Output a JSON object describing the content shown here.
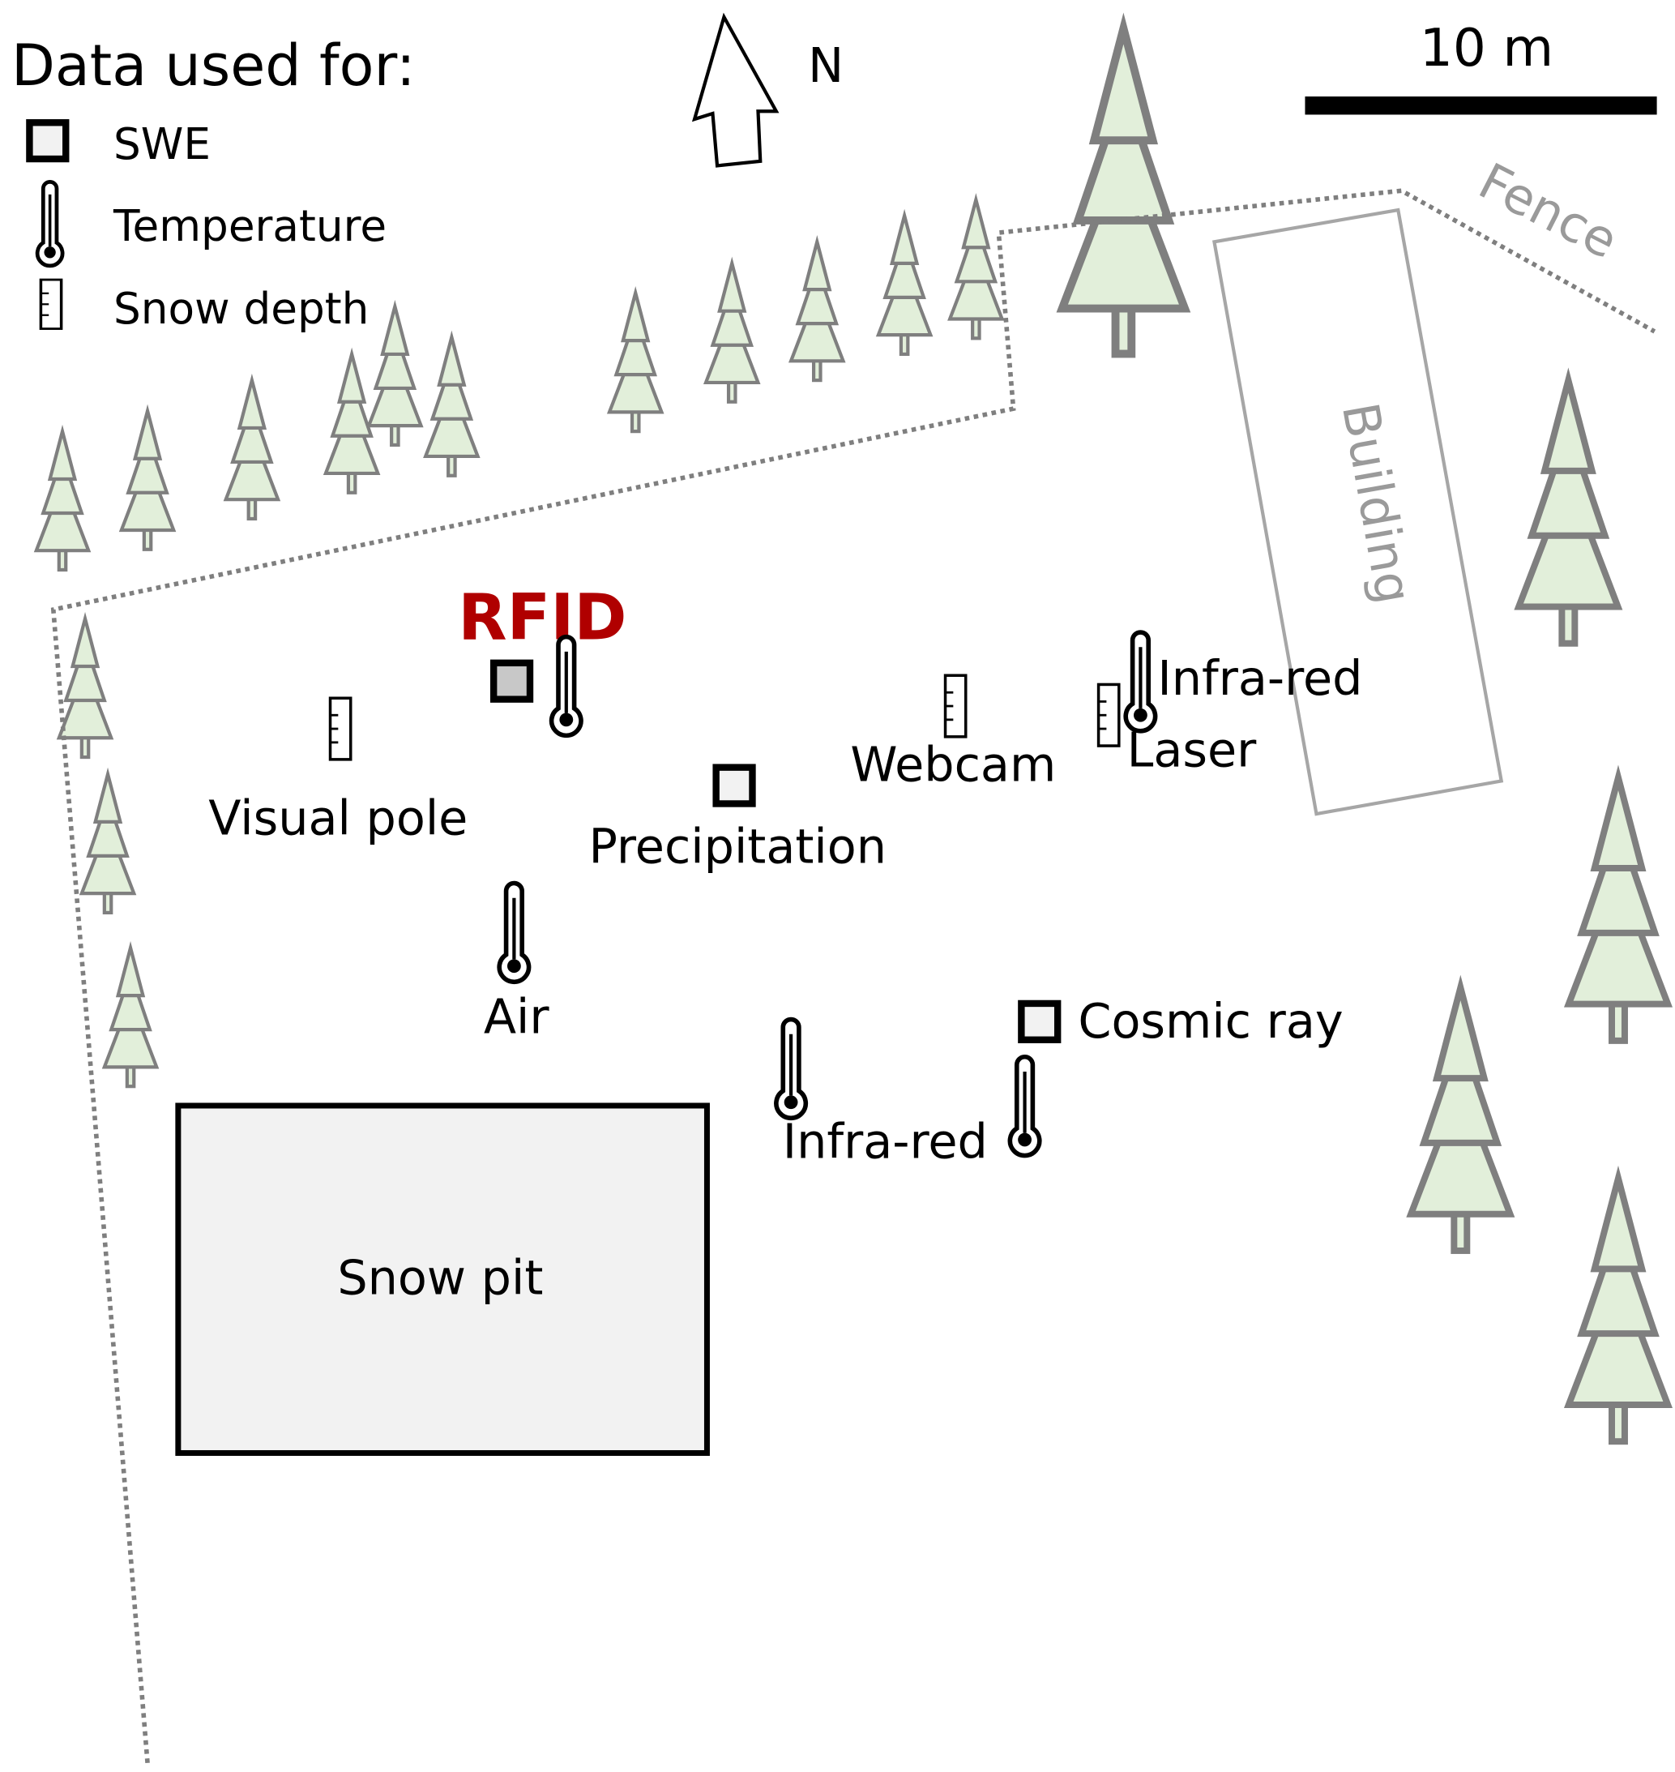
{
  "legend": {
    "title": "Data used for:",
    "items": [
      {
        "icon": "swe-square-icon",
        "label": "SWE"
      },
      {
        "icon": "thermometer-icon",
        "label": "Temperature"
      },
      {
        "icon": "ruler-icon",
        "label": "Snow depth"
      }
    ]
  },
  "north_label": "N",
  "scale_label": "10 m",
  "fence_label": "Fence",
  "building_label": "Building",
  "snow_pit_label": "Snow pit",
  "rfid_label": "RFID",
  "sites": {
    "visual_pole": "Visual pole",
    "precipitation": "Precipitation",
    "webcam": "Webcam",
    "infrared_1": "Infra-red",
    "laser": "Laser",
    "air": "Air",
    "infrared_2": "Infra-red",
    "cosmic_ray": "Cosmic ray"
  },
  "colors": {
    "rfid": "#b00000",
    "tree_fill": "#e2efda",
    "tree_stroke": "#7f7f7f",
    "fence": "#7f7f7f",
    "building": "#a6a6a6",
    "pit_fill": "#f2f2f2"
  }
}
